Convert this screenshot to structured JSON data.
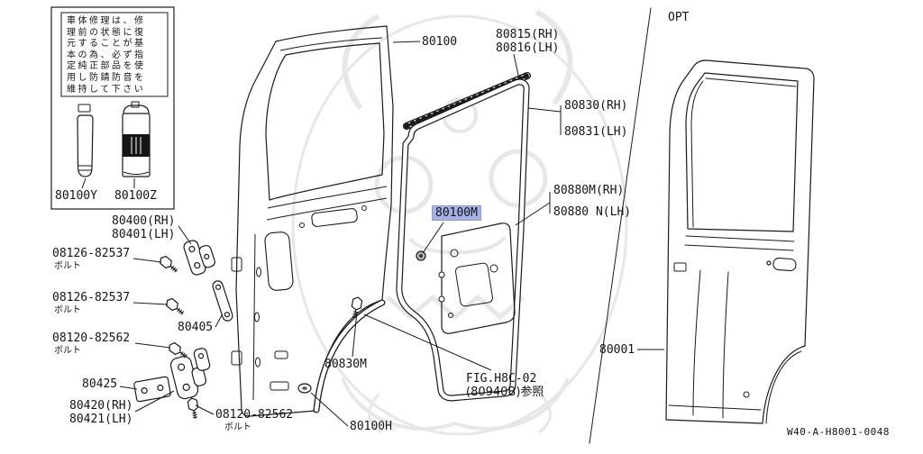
{
  "colors": {
    "line": "#1a1a1a",
    "highlight": "#a6b2e6",
    "watermark": "#e7e7e7"
  },
  "note": {
    "text": "車体修理は、修\n理前の状態に復\n元することが基\n本の為、必ず指\n定純正部品を使\n用し防錆防音を\n維持して下さい",
    "tube_label": "80100Y",
    "spray_label": "80100Z"
  },
  "parts": {
    "p80100": "80100",
    "p80815": "80815(RH)",
    "p80816": "80816(LH)",
    "p80830": "80830(RH)",
    "p80831": "80831(LH)",
    "p80880m": "80880M(RH)",
    "p80880n": "80880 N(LH)",
    "p80100m": "80100M",
    "p80400": "80400(RH)",
    "p80401": "80401(LH)",
    "bolt_a": "08126-82537",
    "bolt_b": "08126-82537",
    "bolt_c": "08120-82562",
    "bolt_d": "08120-82562",
    "bolt_caption": "ボルト",
    "p80405": "80405",
    "p80425": "80425",
    "p80420": "80420(RH)",
    "p80421": "80421(LH)",
    "p80830m": "80830M",
    "p80100h": "80100H",
    "fig_ref_line1": "FIG.H8C-02",
    "fig_ref_line2": "(80940B)参照",
    "p80001": "80001",
    "opt": "OPT",
    "sheet_number": "W40-A-H8001-0048"
  }
}
